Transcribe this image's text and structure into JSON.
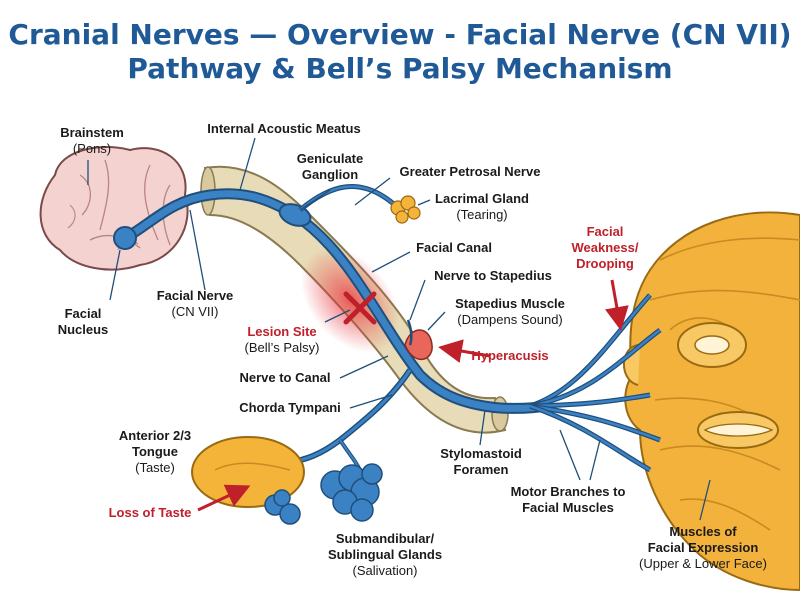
{
  "title": {
    "line1": "Cranial Nerves — Overview - Facial Nerve (CN VII)",
    "line2": "Pathway & Bell’s Palsy Mechanism"
  },
  "colors": {
    "title": "#1f5a96",
    "nerve": "#3b82c4",
    "nerve_outline": "#1f4f7a",
    "canal": "#e8dcb8",
    "brainstem": "#f3d2cf",
    "tongue": "#f4b43a",
    "gland": "#3b82c4",
    "muscle": "#f2b23c",
    "warning": "#c0202a"
  },
  "labels": {
    "brainstem": {
      "name": "Brainstem",
      "sub": "(Pons)"
    },
    "facial_nucleus": {
      "line1": "Facial",
      "line2": "Nucleus"
    },
    "internal_acoustic_meatus": "Internal Acoustic Meatus",
    "geniculate_ganglion": {
      "line1": "Geniculate",
      "line2": "Ganglion"
    },
    "greater_petrosal_nerve": "Greater Petrosal Nerve",
    "lacrimal_gland": {
      "name": "Lacrimal Gland",
      "sub": "(Tearing)"
    },
    "facial_canal": "Facial Canal",
    "nerve_to_stapedius": "Nerve to Stapedius",
    "stapedius_muscle": {
      "name": "Stapedius Muscle",
      "sub": "(Dampens Sound)"
    },
    "facial_nerve": {
      "name": "Facial Nerve",
      "sub": "(CN VII)"
    },
    "lesion_site": {
      "name": "Lesion Site",
      "sub": "(Bell’s Palsy)"
    },
    "hyperacusis": "Hyperacusis",
    "nerve_to_canal": "Nerve to Canal",
    "chorda_tympani": "Chorda Tympani",
    "anterior_tongue": {
      "line1": "Anterior 2/3",
      "line2": "Tongue",
      "sub": "(Taste)"
    },
    "loss_of_taste": "Loss of Taste",
    "submandibular_glands": {
      "line1": "Submandibular/",
      "line2": "Sublingual Glands",
      "sub": "(Salivation)"
    },
    "stylomastoid_foramen": {
      "line1": "Stylomastoid",
      "line2": "Foramen"
    },
    "motor_branches": {
      "line1": "Motor Branches to",
      "line2": "Facial Muscles"
    },
    "facial_weakness": {
      "line1": "Facial",
      "line2": "Weakness/",
      "line3": "Drooping"
    },
    "muscles_expression": {
      "line1": "Muscles of",
      "line2": "Facial Expression",
      "sub": "(Upper & Lower Face)"
    }
  },
  "icons": {
    "lesion": "red-x-icon",
    "pointer": "red-arrow-icon"
  }
}
